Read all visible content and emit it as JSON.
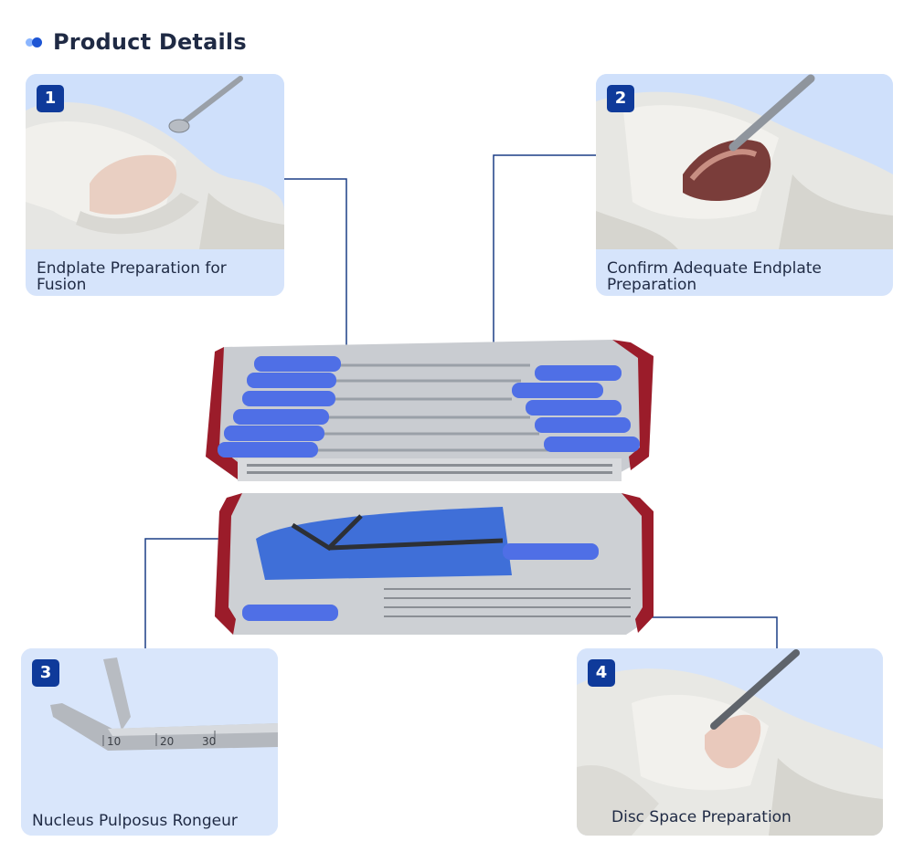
{
  "header": {
    "title": "Product Details"
  },
  "cards": [
    {
      "number": "1",
      "caption": "Endplate Preparation for Fusion"
    },
    {
      "number": "2",
      "caption": "Confirm Adequate Endplate Preparation"
    },
    {
      "number": "3",
      "caption": "Nucleus Pulposus Rongeur"
    },
    {
      "number": "4",
      "caption": "Disc Space Preparation"
    }
  ],
  "ruler": {
    "marks": [
      "10",
      "20",
      "30"
    ]
  },
  "colors": {
    "badge": "#0f3a9a",
    "card_bg": "#d6e4fb",
    "connector": "#1b3e86",
    "tray_red": "#9b1c2a",
    "handle_blue": "#4f6fe6"
  },
  "icons": {
    "header": "dots-icon"
  }
}
